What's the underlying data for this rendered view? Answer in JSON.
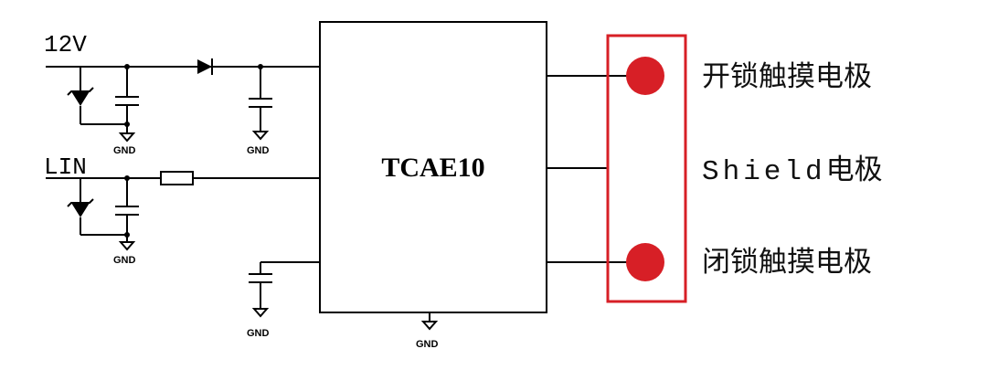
{
  "inputs": {
    "power_label": "12V",
    "lin_label": "LIN"
  },
  "ic": {
    "name": "TCAE10"
  },
  "ground_label": "GND",
  "electrodes": {
    "open_label": "开锁触摸电极",
    "shield_label_latin": "Shield",
    "shield_label_cjk": "电极",
    "close_label": "闭锁触摸电极"
  },
  "colors": {
    "electrode_dot": "#d71f26",
    "electrode_box": "#d71f26",
    "wire": "#000000"
  }
}
